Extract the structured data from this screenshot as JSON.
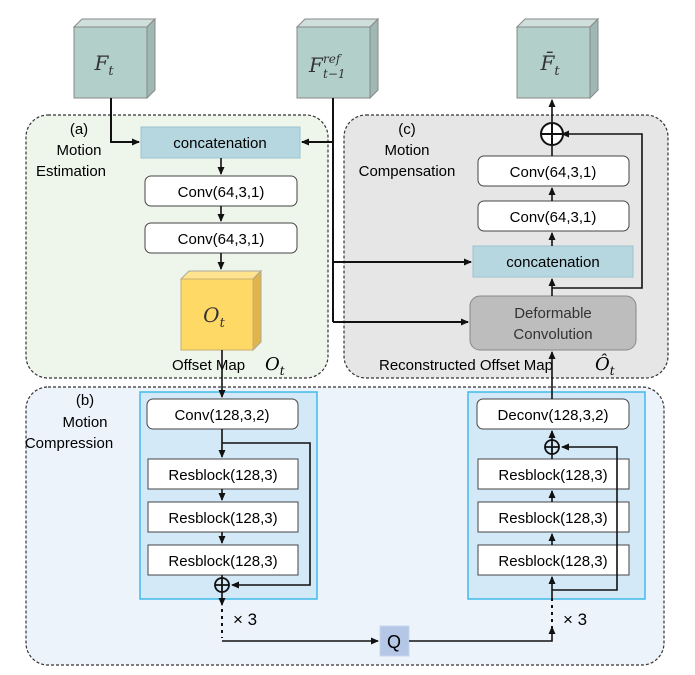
{
  "inputs": {
    "ft": {
      "base": "F",
      "sub": "t"
    },
    "fref": {
      "base": "F",
      "sup": "ref",
      "sub": "t−1"
    },
    "fbar": {
      "base": "F̄",
      "sub": "t"
    }
  },
  "panel_a": {
    "tag": "(a)",
    "title_line1": "Motion",
    "title_line2": "Estimation",
    "concat": "concatenation",
    "conv1": "Conv(64,3,1)",
    "conv2": "Conv(64,3,1)",
    "offset_cube": {
      "base": "O",
      "sub": "t"
    },
    "offset_label": "Offset Map",
    "offset_label_math": {
      "base": "O",
      "sub": "t"
    }
  },
  "panel_c": {
    "tag": "(c)",
    "title_line1": "Motion",
    "title_line2": "Compensation",
    "conv_top": "Conv(64,3,1)",
    "conv_mid": "Conv(64,3,1)",
    "concat": "concatenation",
    "deform_line1": "Deformable",
    "deform_line2": "Convolution",
    "recon_label": "Reconstructed Offset Map",
    "recon_label_math": {
      "base": "Ô",
      "sub": "t"
    }
  },
  "panel_b": {
    "tag": "(b)",
    "title_line1": "Motion",
    "title_line2": "Compression",
    "encoder": {
      "conv": "Conv(128,3,2)",
      "resblocks": [
        "Resblock(128,3)",
        "Resblock(128,3)",
        "Resblock(128,3)"
      ],
      "repeat": "× 3"
    },
    "decoder": {
      "deconv": "Deconv(128,3,2)",
      "resblocks": [
        "Resblock(128,3)",
        "Resblock(128,3)",
        "Resblock(128,3)"
      ],
      "repeat": "× 3"
    },
    "quantizer": "Q"
  },
  "colors": {
    "cube_teal": "#b3cfca",
    "cube_yellow": "#ffd966",
    "concat_fill": "#b7d7e0",
    "panel_a_bg": "#eef5ea",
    "panel_c_bg": "#e6e6e6",
    "panel_b_bg": "#edf3fa",
    "coder_box_bg": "#d4e9f7",
    "coder_box_border": "#3fbbe8",
    "deform_fill": "#bdbdbd",
    "q_fill": "#b4c7e7"
  }
}
